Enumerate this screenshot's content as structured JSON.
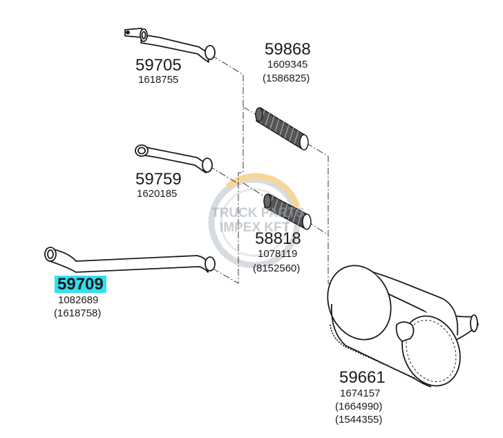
{
  "parts": {
    "p59705": {
      "number": "59705",
      "refs": [
        "1618755"
      ]
    },
    "p59868": {
      "number": "59868",
      "refs": [
        "1609345",
        "(1586825)"
      ]
    },
    "p59759": {
      "number": "59759",
      "refs": [
        "1620185"
      ]
    },
    "p58818": {
      "number": "58818",
      "refs": [
        "1078119",
        "(8152560)"
      ]
    },
    "p59709": {
      "number": "59709",
      "refs": [
        "1082689",
        "(1618758)"
      ],
      "highlighted": true
    },
    "p59661": {
      "number": "59661",
      "refs": [
        "1674157",
        "(1664990)",
        "(1544355)"
      ]
    }
  },
  "watermark": {
    "line1": "TRUCK PARTS",
    "line2": "IMPEX KFT"
  },
  "colors": {
    "highlight": "#33e0f0",
    "line": "#1a1a1a",
    "watermark": "#9aa3ad",
    "watermark_accent": "#f0b648"
  }
}
